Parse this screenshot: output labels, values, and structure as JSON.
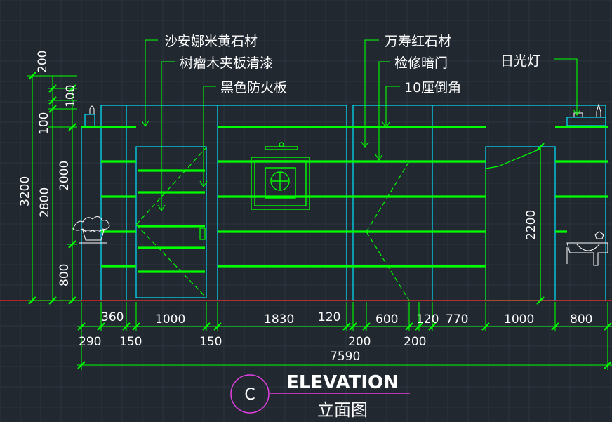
{
  "annotations": {
    "shaanmi_stone": "沙安娜米黄石材",
    "tree_burl": "树瘤木夹板清漆",
    "black_fireboard": "黑色防火板",
    "wanshou_red": "万寿红石材",
    "access_door": "检修暗门",
    "chamfer": "10厘倒角",
    "fluorescent": "日光灯"
  },
  "dims_left": {
    "d200": "200",
    "d100a": "100",
    "d100b": "100",
    "d3200": "3200",
    "d2800": "2800",
    "d2000": "2000",
    "d800": "800"
  },
  "dims_bottom": {
    "d360": "360",
    "d1000a": "1000",
    "d1830": "1830",
    "d120a": "120",
    "d600": "600",
    "d120b": "120",
    "d770": "770",
    "d1000b": "1000",
    "d800": "800",
    "d290": "290",
    "d150a": "150",
    "d150b": "150",
    "d200a": "200",
    "d200b": "200",
    "total": "7590"
  },
  "dim_door_height": "2200",
  "title": {
    "letter": "C",
    "main": "ELEVATION",
    "sub": "立面图"
  },
  "colors": {
    "background": "#212830",
    "cyan": "#00e5ff",
    "green": "#00ff00",
    "white": "#ffffff",
    "magenta": "#e040e0",
    "red": "#ff2020",
    "grid": "#2c3540"
  }
}
